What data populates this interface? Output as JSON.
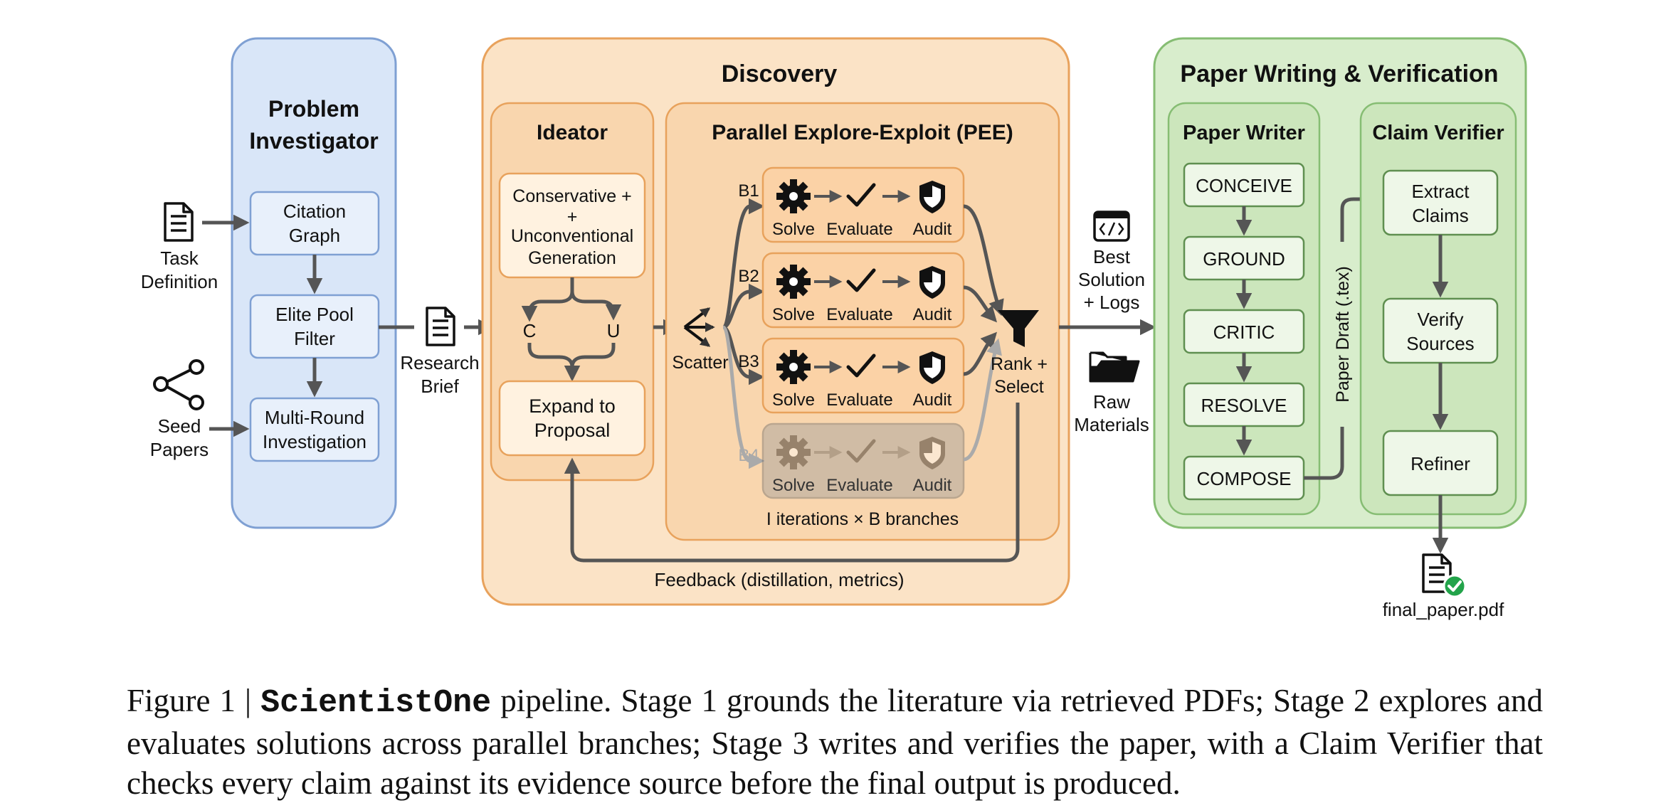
{
  "colors": {
    "blue_fill": "#d9e6f8",
    "blue_stroke": "#7fa0d3",
    "orange_fill": "#fbe3c6",
    "orange_stroke": "#e8a25c",
    "orange_inner": "#f9d6ae",
    "orange_box": "#fff2e0",
    "green_fill": "#d8edcc",
    "green_stroke": "#86bd73",
    "green_box": "#eef7e8",
    "gray_box": "#d3d3d3",
    "arrow": "#555555",
    "check_green": "#22a34a"
  },
  "inputs": {
    "task_definition": [
      "Task",
      "Definition"
    ],
    "seed_papers": [
      "Seed",
      "Papers"
    ]
  },
  "problem_investigator": {
    "title": [
      "Problem",
      "Investigator"
    ],
    "steps": [
      [
        "Citation",
        "Graph"
      ],
      [
        "Elite Pool",
        "Filter"
      ],
      [
        "Multi-Round",
        "Investigation"
      ]
    ]
  },
  "research_brief": [
    "Research",
    "Brief"
  ],
  "discovery": {
    "title": "Discovery",
    "ideator": {
      "title": "Ideator",
      "generation": [
        "Conservative +",
        "+",
        "Unconventional",
        "Generation"
      ],
      "c_label": "C",
      "u_label": "U",
      "expand": [
        "Expand to",
        "Proposal"
      ]
    },
    "pee": {
      "title": "Parallel Explore-Exploit (PEE)",
      "scatter": "Scatter",
      "branch_ids": [
        "B1",
        "B2",
        "B3",
        "B4"
      ],
      "stage_labels": [
        "Solve",
        "Evaluate",
        "Audit"
      ],
      "rank_select": [
        "Rank +",
        "Select"
      ],
      "footer": "I iterations × B branches"
    },
    "feedback": "Feedback (distillation, metrics)"
  },
  "between": {
    "best_solution": [
      "Best",
      "Solution",
      "+ Logs"
    ],
    "raw_materials": [
      "Raw",
      "Materials"
    ]
  },
  "paper_stage": {
    "title": "Paper Writing & Verification",
    "writer": {
      "title": "Paper Writer",
      "steps": [
        "CONCEIVE",
        "GROUND",
        "CRITIC",
        "RESOLVE",
        "COMPOSE"
      ]
    },
    "paper_draft": "Paper Draft (.tex)",
    "verifier": {
      "title": "Claim Verifier",
      "steps": [
        [
          "Extract",
          "Claims"
        ],
        [
          "Verify",
          "Sources"
        ],
        [
          "Refiner"
        ]
      ]
    },
    "output": "final_paper.pdf"
  },
  "caption": {
    "prefix": "Figure 1 | ",
    "name": "ScientistOne",
    "text": " pipeline.  Stage 1 grounds the literature via retrieved PDFs; Stage 2 explores and evaluates solutions across parallel branches; Stage 3 writes and verifies the paper, with a Claim Verifier that checks every claim against its evidence source before the final output is produced."
  }
}
